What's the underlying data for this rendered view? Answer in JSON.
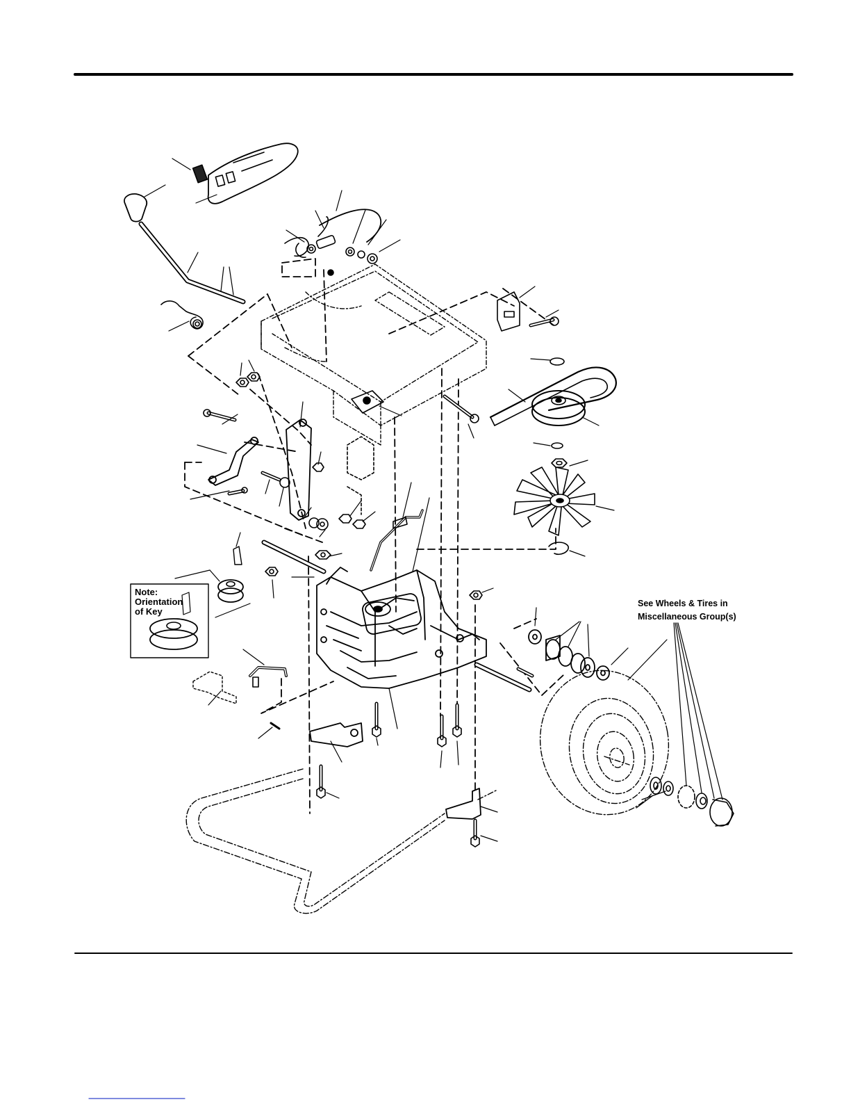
{
  "note": {
    "lines": [
      "Note:",
      "Orientation",
      "of Key"
    ]
  },
  "wheels_reference": {
    "lines": [
      "See Wheels & Tires in",
      "Miscellaneous Group(s)"
    ]
  },
  "colors": {
    "ink": "#000000",
    "paper": "#ffffff",
    "footer_link": "#3344cc"
  }
}
